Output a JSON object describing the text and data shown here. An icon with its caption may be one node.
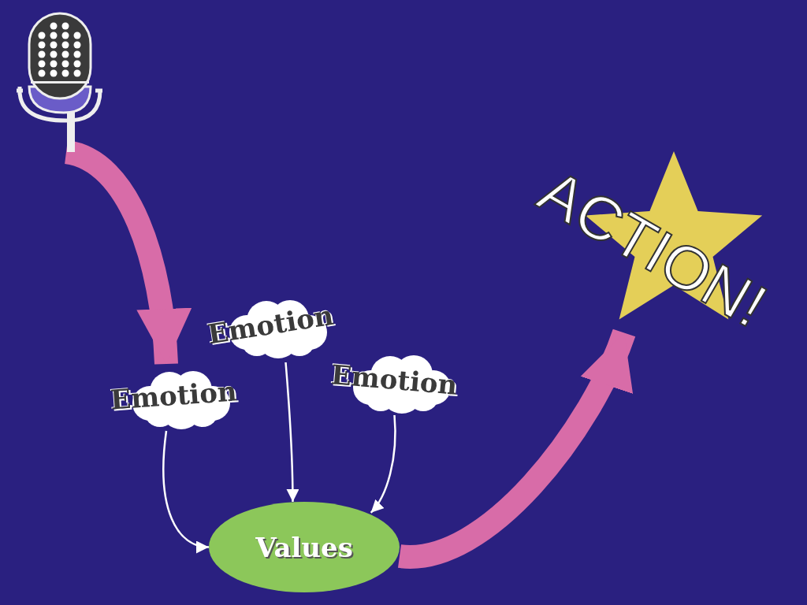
{
  "diagram": {
    "nodes": [
      {
        "text": [],
        "shape": "picture"
      },
      {
        "text": [
          "Emotion"
        ]
      },
      {
        "text": [
          "Emotion"
        ]
      },
      {
        "text": [
          "Emotion"
        ]
      },
      {
        "text": [
          "Values"
        ]
      },
      {
        "text": [
          "ACTION!"
        ]
      }
    ],
    "edges": [
      {
        "from": 0,
        "to": 1,
        "arrow": "to",
        "style": "thick",
        "color": "#d86ca8"
      },
      {
        "from": 1,
        "to": 4,
        "arrow": "to"
      },
      {
        "from": 2,
        "to": 4,
        "arrow": "to"
      },
      {
        "from": 3,
        "to": 4,
        "arrow": "to"
      },
      {
        "from": 4,
        "to": 5,
        "arrow": "to",
        "style": "thick",
        "color": "#d86ca8"
      }
    ]
  }
}
